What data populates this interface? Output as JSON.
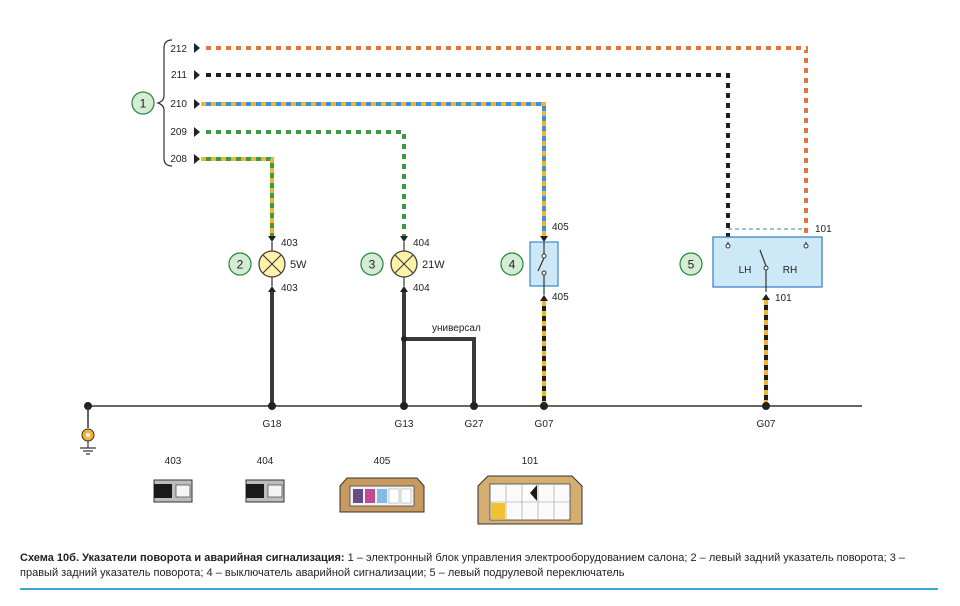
{
  "wires": [
    {
      "label": "212",
      "colors": [
        "#e4733e",
        "#ffffff"
      ]
    },
    {
      "label": "211",
      "colors": [
        "#1e1e1e",
        "#ffffff"
      ]
    },
    {
      "label": "210",
      "colors": [
        "#3d8fd9",
        "#f2b531"
      ]
    },
    {
      "label": "209",
      "colors": [
        "#3c9a45",
        "#ffffff"
      ]
    },
    {
      "label": "208",
      "colors": [
        "#3c9a45",
        "#f2b531"
      ]
    },
    {
      "label": "405",
      "colors": [
        "#1e1e1e",
        "#f2b531"
      ]
    },
    {
      "label": "101",
      "colors": [
        "#1e1e1e",
        "#f2b531"
      ]
    }
  ],
  "components": {
    "c1": {
      "number": "1"
    },
    "c2": {
      "number": "2",
      "rating": "5W",
      "pin_top": "403",
      "pin_bottom": "403"
    },
    "c3": {
      "number": "3",
      "rating": "21W",
      "pin_top": "404",
      "pin_bottom": "404"
    },
    "c4": {
      "number": "4",
      "pin_top": "405",
      "pin_bottom": "405"
    },
    "c5": {
      "number": "5",
      "label_left": "LH",
      "label_right": "RH",
      "pin_top": "101",
      "pin_bottom": "101"
    }
  },
  "universal_label": "универсал",
  "grounds": [
    "G18",
    "G13",
    "G27",
    "G07",
    "G07"
  ],
  "connectors": [
    "403",
    "404",
    "405",
    "101"
  ],
  "colors": {
    "component_fill": "#d4ecd4",
    "component_stroke": "#2f8a45",
    "box_fill": "#cde8f6",
    "box_stroke": "#3b86c6",
    "lamp_fill": "#fff2a8",
    "caption_rule": "#3aa6d8"
  },
  "caption": {
    "title": "Схема 10б. Указатели поворота и аварийная сигнализация:",
    "text": " 1 – электронный блок управления электрооборудованием салона; 2 – левый задний указатель поворота; 3 – правый задний указатель поворота; 4 – выключатель аварийной сигнализации; 5 – левый подрулевой переключатель"
  }
}
